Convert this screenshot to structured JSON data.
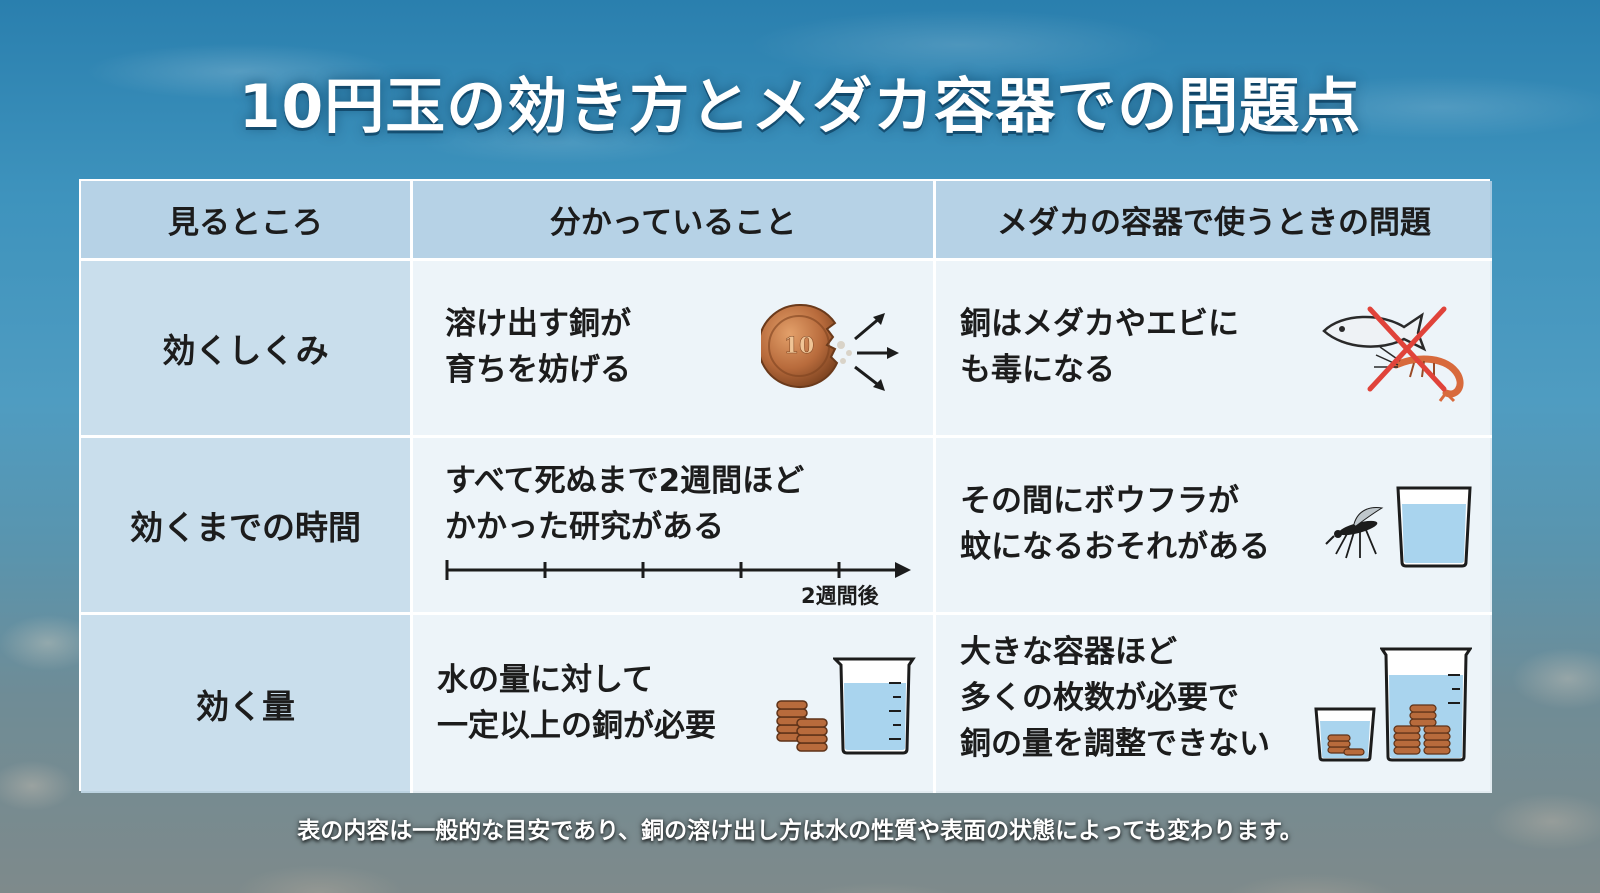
{
  "title": "10円玉の効き方とメダカ容器での問題点",
  "table": {
    "headers": [
      "見るところ",
      "分かっていること",
      "メダカの容器で使うときの問題"
    ],
    "rows": [
      {
        "label": "効くしくみ",
        "known": [
          "溶け出す銅が",
          "育ちを妨げる"
        ],
        "problem": [
          "銅はメダカやエビに",
          "も毒になる"
        ]
      },
      {
        "label": "効くまでの時間",
        "known": [
          "すべて死ぬまで2週間ほど",
          "かかった研究がある"
        ],
        "timeline_label": "2週間後",
        "problem": [
          "その間にボウフラが",
          "蚊になるおそれがある"
        ]
      },
      {
        "label": "効く量",
        "known": [
          "水の量に対して",
          "一定以上の銅が必要"
        ],
        "problem": [
          "大きな容器ほど",
          "多くの枚数が必要で",
          "銅の量を調整できない"
        ]
      }
    ]
  },
  "coin_text": "10",
  "footnote": "表の内容は一般的な目安であり、銅の溶け出し方は水の性質や表面の状態によっても変わります。",
  "icons": [
    "coin-icon",
    "arrows-icon",
    "fish-icon",
    "shrimp-icon",
    "cross-mark-icon",
    "timeline-icon",
    "mosquito-icon",
    "water-container-icon",
    "coin-stack-icon",
    "beaker-icon",
    "small-container-icon",
    "large-container-icon"
  ],
  "colors": {
    "header_bg": "#b0cee4",
    "cross": "#e0433a",
    "coin": "#b86b3c",
    "water": "#a9d4ee"
  }
}
